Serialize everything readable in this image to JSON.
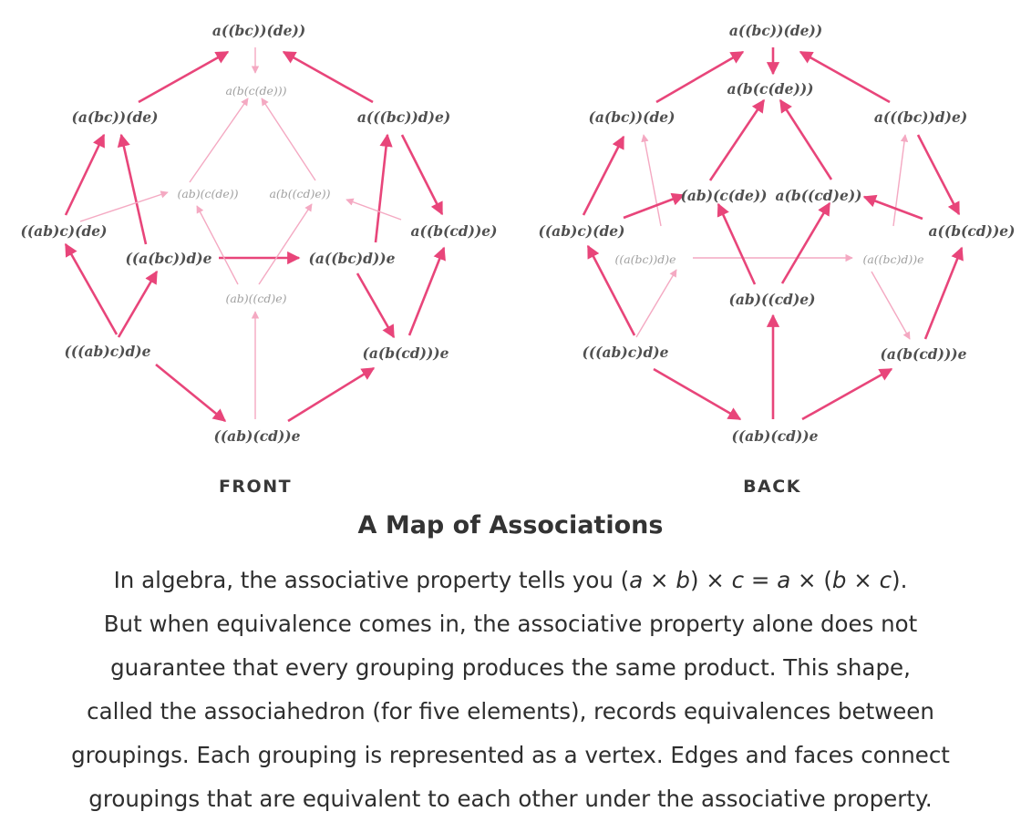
{
  "colors": {
    "strong": "#e8457a",
    "faint": "#f4a9c2",
    "text": "#505050",
    "faint_text": "#a0a0a0"
  },
  "captions": {
    "front": "FRONT",
    "back": "BACK"
  },
  "title": "A Map of Associations",
  "paragraph": {
    "l1_pre": "In algebra, the associative property tells you (",
    "l1_a": "a",
    "l1_m1": " × ",
    "l1_b": "b",
    "l1_m2": ") × ",
    "l1_c": "c",
    "l1_m3": " = ",
    "l1_a2": "a",
    "l1_m4": " × (",
    "l1_b2": "b",
    "l1_m5": " × ",
    "l1_c2": "c",
    "l1_end": ").",
    "l2": "But when equivalence comes in, the associative property alone does not",
    "l3": "guarantee that every grouping produces the same product. This shape,",
    "l4": "called the associahedron (for five elements), records equivalences between",
    "l5": "groupings. Each grouping is represented as a vertex. Edges and faces connect",
    "l6": "groupings that are equivalent to each other under the associative property."
  },
  "front": {
    "nodes": [
      {
        "id": "top",
        "text": "a((bc))(de))",
        "faint": false
      },
      {
        "id": "a_bcde",
        "text": "a(b(c(de)))",
        "faint": true
      },
      {
        "id": "abc_de",
        "text": "(a(bc))(de)",
        "faint": false
      },
      {
        "id": "a_bcd_e",
        "text": "a(((bc))d)e)",
        "faint": false
      },
      {
        "id": "ab_cde",
        "text": "(ab)(c(de))",
        "faint": true
      },
      {
        "id": "a_bcde2",
        "text": "a(b((cd)e))",
        "faint": true
      },
      {
        "id": "abc_de2",
        "text": "((ab)c)(de)",
        "faint": false
      },
      {
        "id": "a_bcd_e2",
        "text": "a((b(cd))e)",
        "faint": false
      },
      {
        "id": "abcde_l",
        "text": "((a(bc))d)e",
        "faint": false
      },
      {
        "id": "abcde_r",
        "text": "(a((bc)d))e",
        "faint": false
      },
      {
        "id": "ab_cde2",
        "text": "(ab)((cd)e)",
        "faint": true
      },
      {
        "id": "abcd_e",
        "text": "(((ab)c)d)e",
        "faint": false
      },
      {
        "id": "a_bcd_e3",
        "text": "(a(b(cd)))e",
        "faint": false
      },
      {
        "id": "ab_cd_e",
        "text": "((ab)(cd))e",
        "faint": false
      }
    ]
  },
  "back": {
    "nodes": [
      {
        "id": "top",
        "text": "a((bc))(de))",
        "faint": false
      },
      {
        "id": "a_bcde",
        "text": "a(b(c(de)))",
        "faint": false
      },
      {
        "id": "abc_de",
        "text": "(a(bc))(de)",
        "faint": false
      },
      {
        "id": "a_bcd_e",
        "text": "a(((bc))d)e)",
        "faint": false
      },
      {
        "id": "ab_cde",
        "text": "(ab)(c(de))",
        "faint": false
      },
      {
        "id": "a_bcde2",
        "text": "a(b((cd)e))",
        "faint": false
      },
      {
        "id": "abc_de2",
        "text": "((ab)c)(de)",
        "faint": false
      },
      {
        "id": "a_bcd_e2",
        "text": "a((b(cd))e)",
        "faint": false
      },
      {
        "id": "abcde_l",
        "text": "((a(bc))d)e",
        "faint": true
      },
      {
        "id": "abcde_r",
        "text": "(a((bc)d))e",
        "faint": true
      },
      {
        "id": "ab_cde2",
        "text": "(ab)((cd)e)",
        "faint": false
      },
      {
        "id": "abcd_e",
        "text": "(((ab)c)d)e",
        "faint": false
      },
      {
        "id": "a_bcd_e3",
        "text": "(a(b(cd)))e",
        "faint": false
      },
      {
        "id": "ab_cd_e",
        "text": "((ab)(cd))e",
        "faint": false
      }
    ]
  }
}
